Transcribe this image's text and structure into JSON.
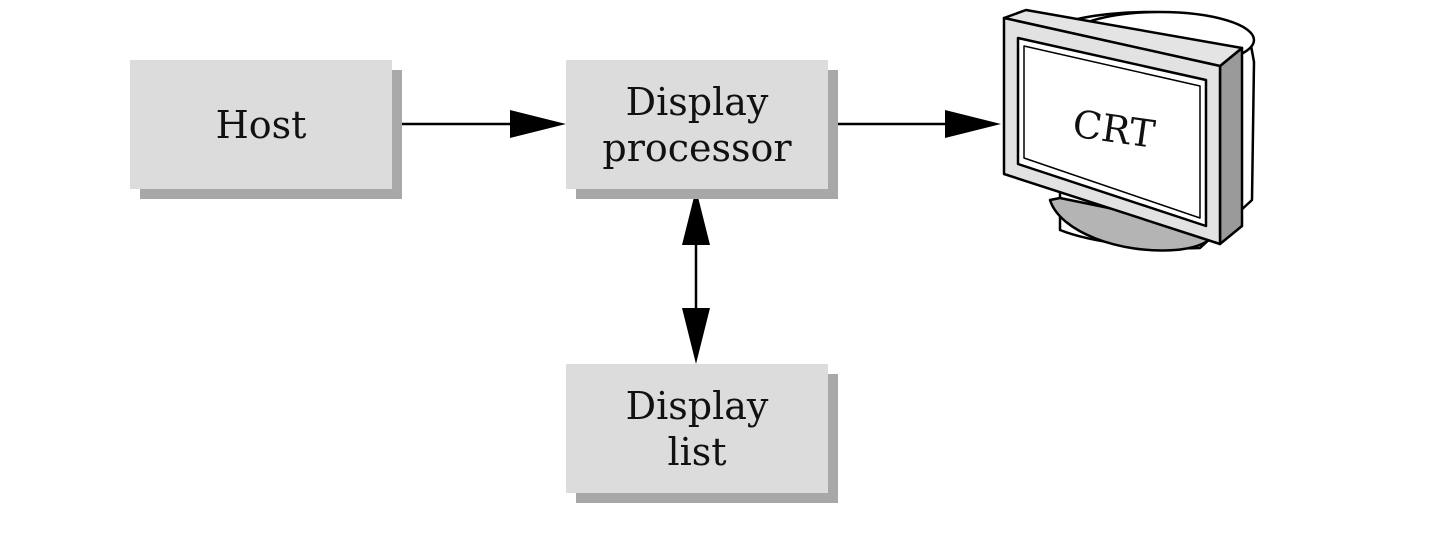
{
  "nodes": {
    "host": {
      "label": "Host"
    },
    "display_processor": {
      "line1": "Display",
      "line2": "processor"
    },
    "display_list": {
      "line1": "Display",
      "line2": "list"
    },
    "crt": {
      "label": "CRT"
    }
  },
  "edges": [
    {
      "from": "Host",
      "to": "Display processor",
      "direction": "one-way"
    },
    {
      "from": "Display processor",
      "to": "CRT",
      "direction": "one-way"
    },
    {
      "from": "Display processor",
      "to": "Display list",
      "direction": "two-way"
    }
  ],
  "colors": {
    "box_fill": "#dcdcdc",
    "box_shadow": "#a8a8a8",
    "line": "#000000"
  }
}
